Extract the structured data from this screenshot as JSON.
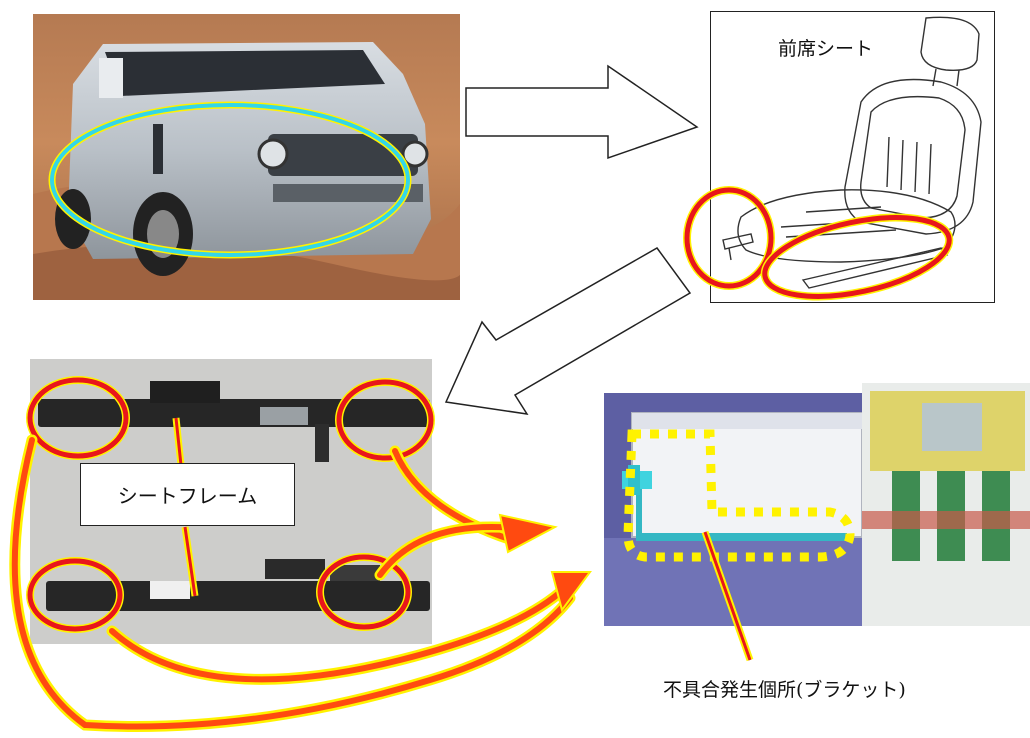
{
  "labels": {
    "front_seat": "前席シート",
    "seat_frame": "シートフレーム",
    "defect_location": "不具合発生個所(ブラケット)"
  },
  "colors": {
    "highlight_red": "#e8161b",
    "highlight_yellow": "#fff200",
    "highlight_cyan": "#33d6e8",
    "flow_arrow_orange": "#ff4a10"
  }
}
